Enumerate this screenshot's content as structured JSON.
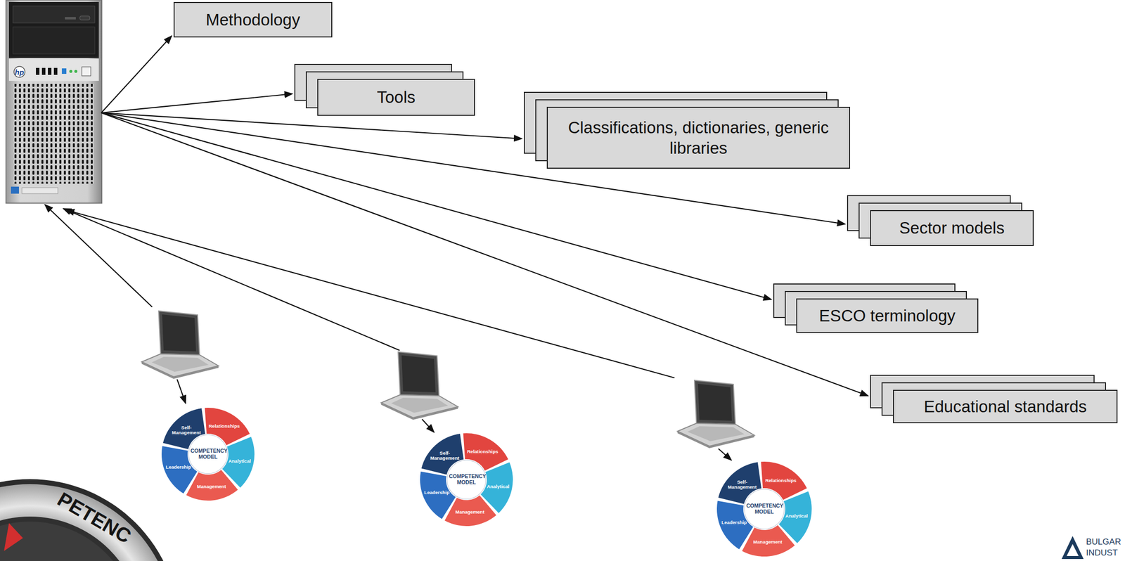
{
  "diagram": {
    "nodes": [
      {
        "text": [
          "Methodology"
        ]
      },
      {
        "text": [
          "Tools"
        ]
      },
      {
        "text": [
          "Classifications, dictionaries, generic libraries"
        ]
      },
      {
        "text": [
          "Sector models"
        ]
      },
      {
        "text": [
          "ESCO terminology"
        ]
      },
      {
        "text": [
          "Educational standards"
        ]
      },
      {
        "text": [
          "COMPETENCY MODEL",
          "Self-Management",
          "Relationships",
          "Analytical",
          "Management",
          "Leadership"
        ]
      },
      {
        "text": [
          "COMPETENCY MODEL",
          "Self-Management",
          "Relationships",
          "Analytical",
          "Management",
          "Leadership"
        ]
      },
      {
        "text": [
          "COMPETENCY MODEL",
          "Self-Management",
          "Relationships",
          "Analytical",
          "Management",
          "Leadership"
        ]
      }
    ],
    "labels": [
      "hp",
      "PETENC",
      "BULGAR",
      "INDUST"
    ]
  }
}
